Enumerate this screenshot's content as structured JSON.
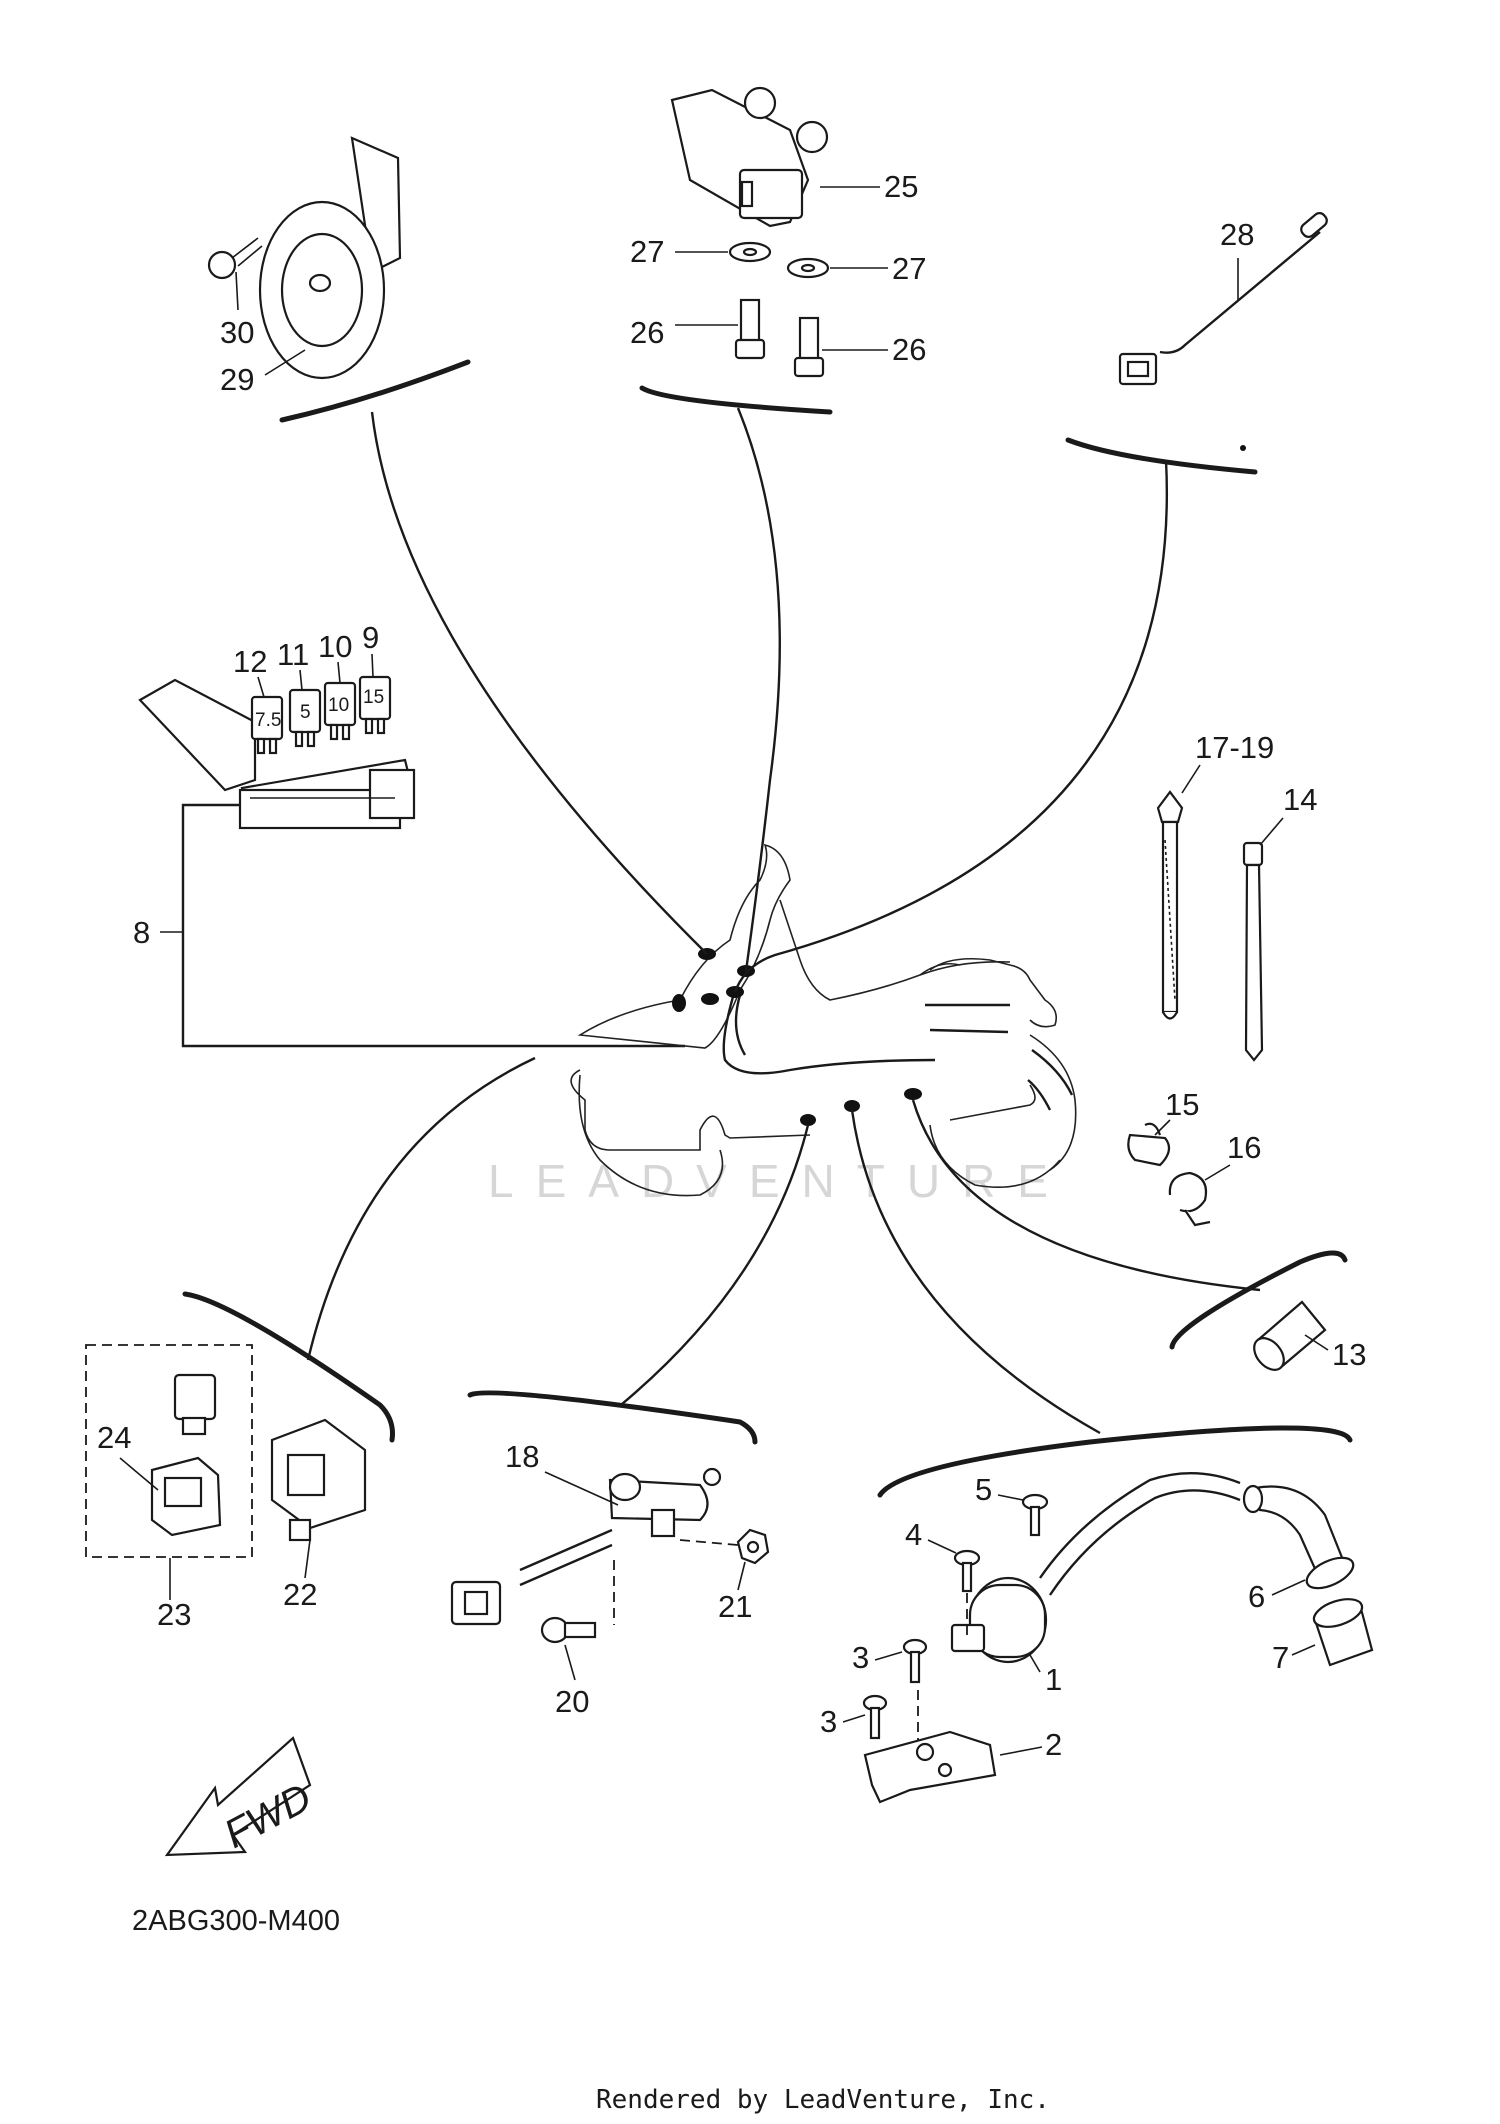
{
  "callouts": {
    "c1": "1",
    "c2": "2",
    "c3a": "3",
    "c3b": "3",
    "c4": "4",
    "c5": "5",
    "c6": "6",
    "c7": "7",
    "c8": "8",
    "c9": "9",
    "c10": "10",
    "c11": "11",
    "c12": "12",
    "c13": "13",
    "c14": "14",
    "c15": "15",
    "c16": "16",
    "c17_19": "17-19",
    "c18": "18",
    "c20": "20",
    "c21": "21",
    "c22": "22",
    "c23": "23",
    "c24": "24",
    "c25": "25",
    "c26a": "26",
    "c26b": "26",
    "c27a": "27",
    "c27b": "27",
    "c28": "28",
    "c29": "29",
    "c30": "30"
  },
  "fuse_ratings": {
    "f1": "7.5",
    "f2": "5",
    "f3": "10",
    "f4": "15"
  },
  "fwd_label": "FWD",
  "diagram_code": "2ABG300-M400",
  "watermark": "LEADVENTURE",
  "footer": "Rendered by LeadVenture, Inc."
}
